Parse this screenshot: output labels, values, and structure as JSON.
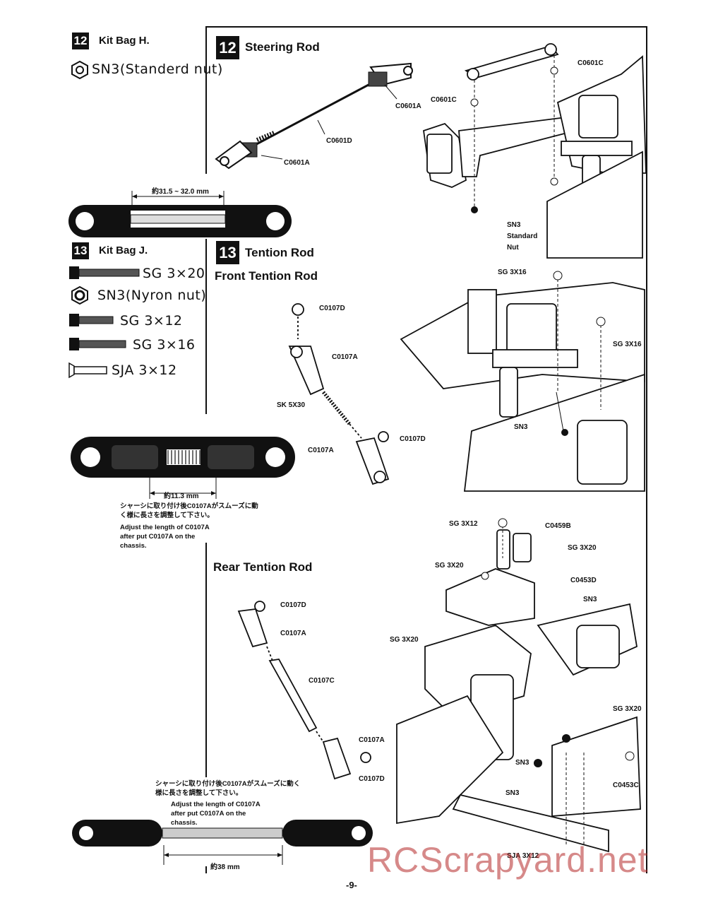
{
  "left": {
    "step12": {
      "num": "12",
      "bag": "Kit Bag H.",
      "part": "SN3(Standerd nut)"
    },
    "rod12_dim": "約31.5 ~ 32.0 mm",
    "step13": {
      "num": "13",
      "bag": "Kit Bag J.",
      "parts": [
        "SG 3×20",
        "SN3(Nyron nut)",
        "SG 3×12",
        "SG 3×16",
        "SJA 3×12"
      ]
    },
    "front_rod_dim": "約11.3 mm",
    "front_note_jp": "シャーシに取り付け後C0107Aがスムーズに動く様に長さを調整して下さい。",
    "front_note_en": "Adjust the length of C0107A after put C0107A on the chassis.",
    "rear_note_jp": "シャーシに取り付け後C0107Aがスムーズに動く様に長さを調整して下さい。",
    "rear_note_en": "Adjust the length of C0107A after put C0107A on the chassis.",
    "rear_rod_dim": "約38 mm"
  },
  "right": {
    "step12": {
      "num": "12",
      "title": "Steering Rod"
    },
    "step12_labels": [
      "C0601A",
      "C0601D",
      "C0601A",
      "C0601C",
      "C0601C",
      "SN3",
      "Standard",
      "Nut"
    ],
    "step13": {
      "num": "13",
      "title": "Tention Rod"
    },
    "front_title": "Front Tention Rod",
    "front_labels": [
      "C0107D",
      "C0107A",
      "SK 5X30",
      "C0107A",
      "C0107D",
      "SG 3X16",
      "SG 3X16",
      "SN3"
    ],
    "rear_title": "Rear Tention Rod",
    "rear_labels": [
      "C0107D",
      "C0107A",
      "C0107C",
      "C0107A",
      "C0107D"
    ],
    "rear_assembly_labels": [
      "SG 3X12",
      "C0459B",
      "SG 3X20",
      "SG 3X20",
      "C0453D",
      "SN3",
      "SG 3X20",
      "SG 3X20",
      "SN3",
      "SN3",
      "C0453C",
      "SJA 3X12"
    ]
  },
  "page_number": "-9-",
  "watermark": "RCScrapyard.net"
}
